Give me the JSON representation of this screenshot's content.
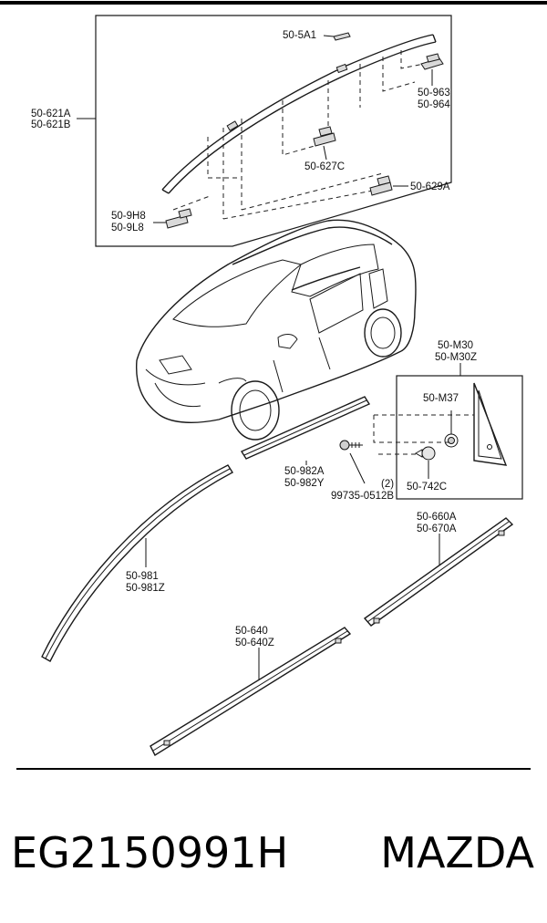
{
  "labels": {
    "l_505a1": "50-5A1",
    "l_50621a": "50-621A",
    "l_50621b": "50-621B",
    "l_50963": "50-963",
    "l_50964": "50-964",
    "l_50627c": "50-627C",
    "l_50629a": "50-629A",
    "l_509h8": "50-9H8",
    "l_509l8": "50-9L8",
    "l_50m30": "50-M30",
    "l_50m30z": "50-M30Z",
    "l_50m37": "50-M37",
    "l_50982a": "50-982A",
    "l_50982y": "50-982Y",
    "l_qty": "(2)",
    "l_99735": "99735-0512B",
    "l_50742c": "50-742C",
    "l_50981": "50-981",
    "l_50981z": "50-981Z",
    "l_50660a": "50-660A",
    "l_50670a": "50-670A",
    "l_50640": "50-640",
    "l_50640z": "50-640Z"
  },
  "footer": {
    "part_number": "EG2150991H",
    "brand": "MAZDA"
  }
}
